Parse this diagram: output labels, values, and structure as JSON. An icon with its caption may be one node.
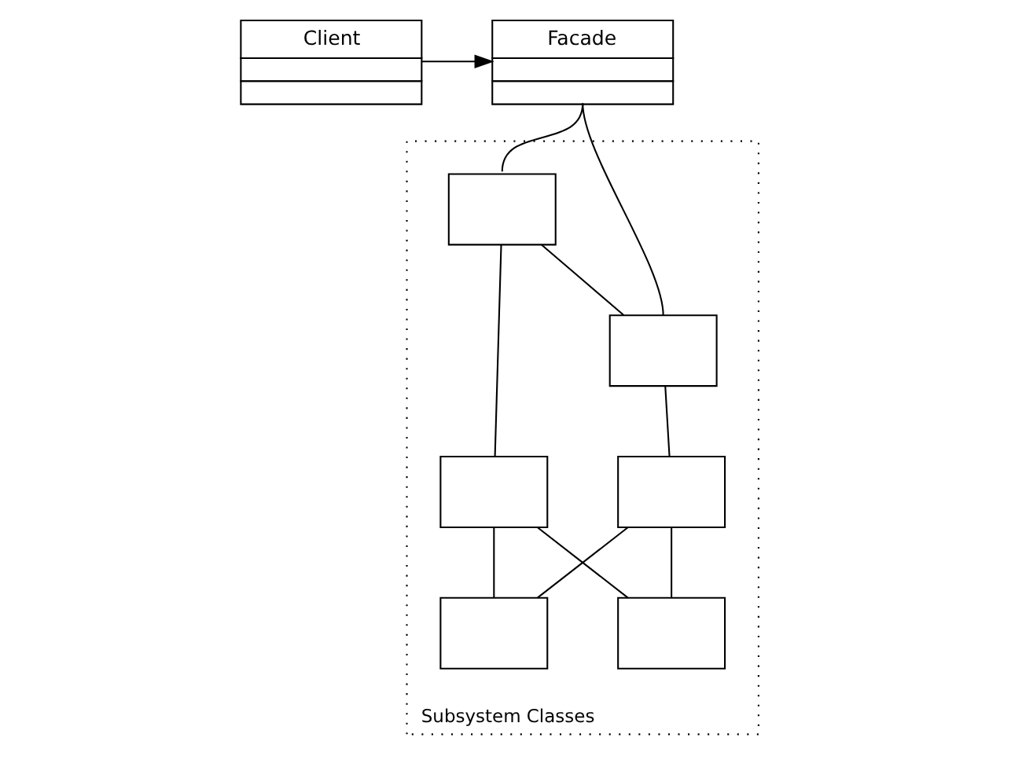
{
  "diagram": {
    "nodes": [
      {
        "text": [
          "Client"
        ]
      },
      {
        "text": [
          "Facade"
        ]
      },
      {
        "text": [
          "Subsystem Classes"
        ]
      },
      {
        "text": [],
        "shape": "box",
        "in": 2
      },
      {
        "text": [],
        "shape": "box",
        "in": 2
      },
      {
        "text": [],
        "shape": "box",
        "in": 2
      },
      {
        "text": [],
        "shape": "box",
        "in": 2
      },
      {
        "text": [],
        "shape": "box",
        "in": 2
      },
      {
        "text": [],
        "shape": "box",
        "in": 2
      }
    ],
    "edges": [
      {
        "from": 0,
        "to": 1,
        "arrow": "to"
      },
      {
        "from": 1,
        "to": 3,
        "arrow": "none"
      },
      {
        "from": 1,
        "to": 4,
        "arrow": "none"
      },
      {
        "from": 3,
        "to": 5,
        "arrow": "none"
      },
      {
        "from": 3,
        "to": 4,
        "arrow": "none"
      },
      {
        "from": 4,
        "to": 6,
        "arrow": "none"
      },
      {
        "from": 5,
        "to": 7,
        "arrow": "none"
      },
      {
        "from": 5,
        "to": 8,
        "arrow": "none"
      },
      {
        "from": 6,
        "to": 7,
        "arrow": "none"
      },
      {
        "from": 6,
        "to": 8,
        "arrow": "none"
      }
    ]
  }
}
